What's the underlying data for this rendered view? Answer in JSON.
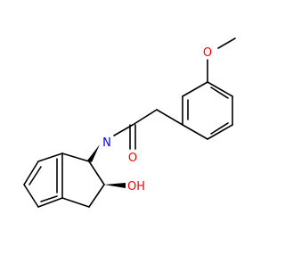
{
  "molecule": {
    "atoms": {
      "methoxy_o": {
        "symbol": "O",
        "color": "#ff0000"
      },
      "amide_n": {
        "symbol": "N",
        "color": "#0000ff"
      },
      "amide_o": {
        "symbol": "O",
        "color": "#ff0000"
      },
      "hydroxyl": {
        "symbol": "OH",
        "color": "#ff0000"
      },
      "hydroxyl_h": {
        "symbol": "H",
        "color": "#000000"
      }
    },
    "bond_color": "#000000",
    "background": "#ffffff"
  }
}
